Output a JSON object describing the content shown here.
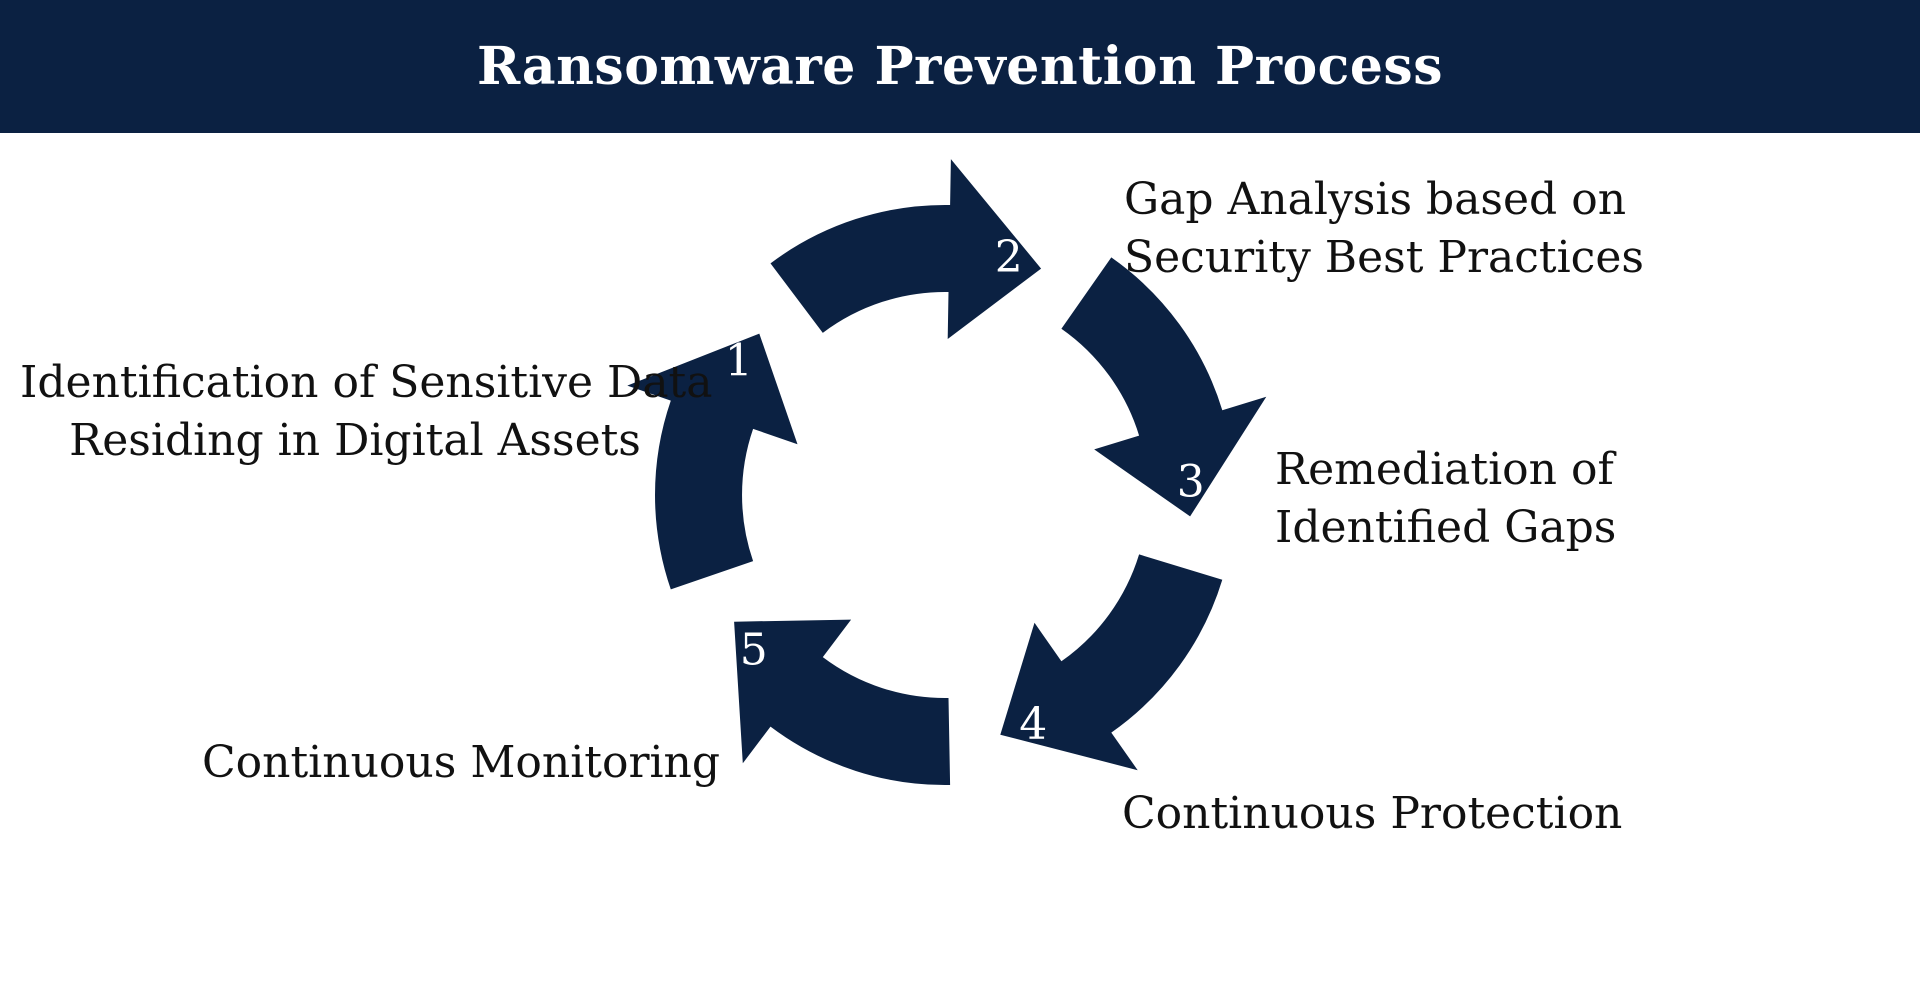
{
  "header": {
    "title": "Ransomware Prevention Process",
    "background": "#0b2142"
  },
  "cycle": {
    "arrow_color": "#0b2142",
    "steps": [
      {
        "number": "1",
        "label_lines": [
          "Identification of Sensitive Data",
          "Residing in Digital Assets"
        ]
      },
      {
        "number": "2",
        "label_lines": [
          "Gap Analysis based on",
          "Security Best Practices"
        ]
      },
      {
        "number": "3",
        "label_lines": [
          "Remediation of",
          "Identified Gaps"
        ]
      },
      {
        "number": "4",
        "label_lines": [
          "Continuous Protection"
        ]
      },
      {
        "number": "5",
        "label_lines": [
          "Continuous Monitoring"
        ]
      }
    ]
  }
}
